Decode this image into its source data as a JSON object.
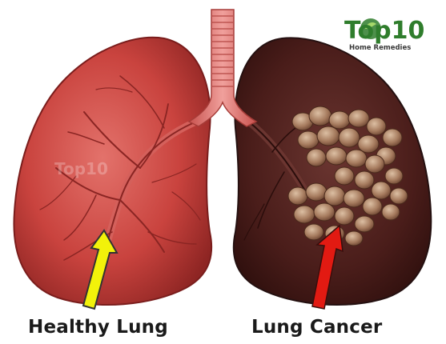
{
  "labels": {
    "healthy": "Healthy Lung",
    "cancer": "Lung Cancer"
  },
  "watermark": {
    "brand": "Top10",
    "tagline": "Home Remedies"
  },
  "colors": {
    "healthy_lung": "#c9433e",
    "cancer_lung": "#4a1d1a",
    "tumor": "#9b7459",
    "arrow_healthy": "#f2f20a",
    "arrow_cancer": "#e21a12",
    "trachea": "#e07f7b",
    "brand_green": "#2f7d2c"
  },
  "icons": {
    "healthy_arrow": "arrow-up-icon",
    "cancer_arrow": "arrow-up-icon"
  }
}
